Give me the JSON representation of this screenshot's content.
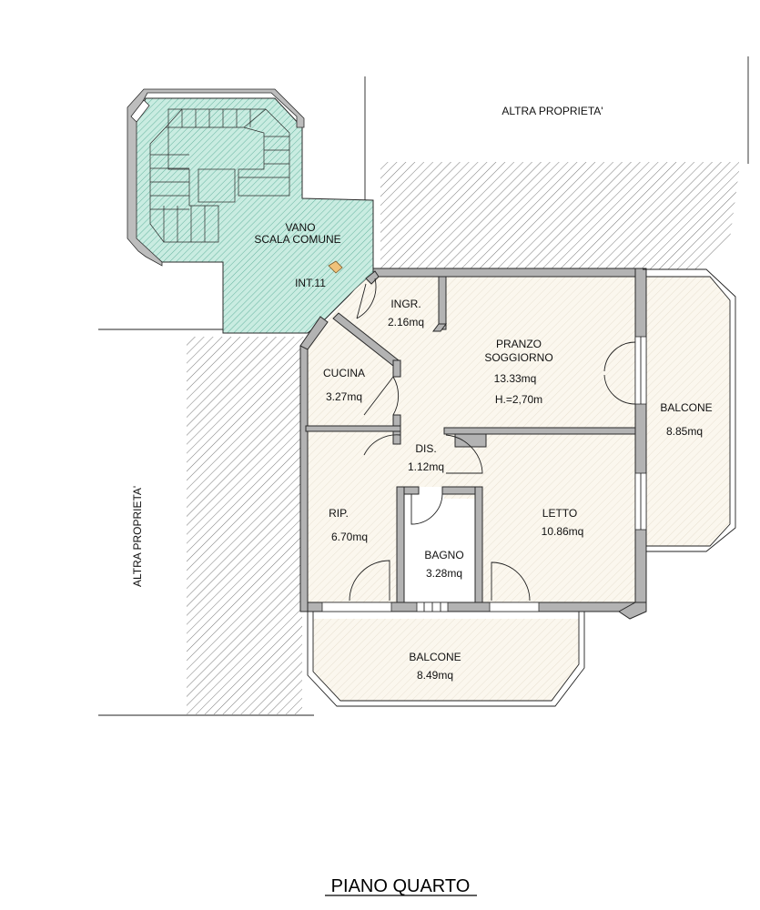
{
  "plan": {
    "title": "PIANO QUARTO",
    "neighbors": {
      "top": "ALTRA PROPRIETA'",
      "left": "ALTRA PROPRIETA'"
    },
    "stair": {
      "name_line1": "VANO",
      "name_line2": "SCALA COMUNE",
      "unit": "INT.11"
    },
    "rooms": {
      "ingresso": {
        "name": "INGR.",
        "area": "2.16mq"
      },
      "pranzo": {
        "name_line1": "PRANZO",
        "name_line2": "SOGGIORNO",
        "area": "13.33mq",
        "height": "H.=2,70m"
      },
      "cucina": {
        "name": "CUCINA",
        "area": "3.27mq"
      },
      "disimpegno": {
        "name": "DIS.",
        "area": "1.12mq"
      },
      "ripostiglio": {
        "name": "RIP.",
        "area": "6.70mq"
      },
      "bagno": {
        "name": "BAGNO",
        "area": "3.28mq"
      },
      "letto": {
        "name": "LETTO",
        "area": "10.86mq"
      },
      "balcone_est": {
        "name": "BALCONE",
        "area": "8.85mq"
      },
      "balcone_sud": {
        "name": "BALCONE",
        "area": "8.49mq"
      }
    },
    "colors": {
      "stair_fill": "#c9ece1",
      "stair_hatch": "#3c9c84",
      "room_fill": "#fbf7ee",
      "room_hatch": "#e4dccb",
      "wall": "#b3b3b3",
      "neighbor_hatch": "#555555"
    }
  }
}
